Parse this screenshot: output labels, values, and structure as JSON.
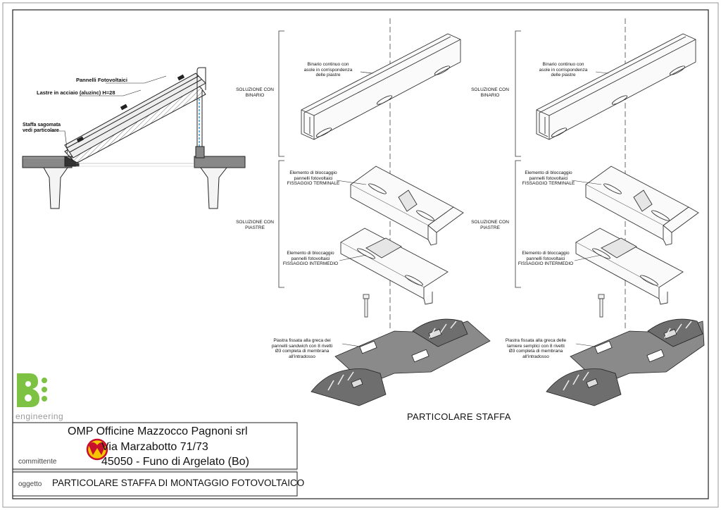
{
  "drawing": {
    "title": "PARTICOLARE STAFFA",
    "section_labels": {
      "rail": [
        "SOLUZIONE CON",
        "BINARIO"
      ],
      "plates": [
        "SOLUZIONE CON",
        "PIASTRE"
      ]
    },
    "detail_left": {
      "pv_panels": "Pannelli Fotovoltaici",
      "steel_sheets": "Lastre in acciaio (aluzinc) H=28",
      "bracket": [
        "Staffa sagomata",
        "vedi particolare"
      ]
    },
    "column_1": {
      "rail_note": [
        "Binario continuo con",
        "asole in corrispondenza",
        "delle piastre"
      ],
      "terminal_note": [
        "Elemento di bloccaggio",
        "pannelli fotovoltaici",
        "FISSAGGIO TERMINALE"
      ],
      "intermediate_note": [
        "Elemento di bloccaggio",
        "pannelli fotovoltaici",
        "FISSAGGIO INTERMEDIO"
      ],
      "base_note": [
        "Piastra fissata alla greca dei",
        "pannelli sandwich con 8 rivetti",
        "Ø3 completa di membrana",
        "all'intradosso"
      ]
    },
    "column_2": {
      "rail_note": [
        "Binario continuo con",
        "asole in corrispondenza",
        "delle piastre"
      ],
      "terminal_note": [
        "Elemento di bloccaggio",
        "pannelli fotovoltaici",
        "FISSAGGIO TERMINALE"
      ],
      "intermediate_note": [
        "Elemento di bloccaggio",
        "pannelli fotovoltaici",
        "FISSAGGIO INTERMEDIO"
      ],
      "base_note": [
        "Piastra fissata alla greca delle",
        "lamiere semplici con 8 rivetti",
        "Ø3 completa di membrana",
        "all'intradosso"
      ]
    }
  },
  "title_block": {
    "brand": "engineering",
    "brand_colors": {
      "green": "#7dc242",
      "grey": "#9a9a9a"
    },
    "company": "OMP Officine Mazzocco Pagnoni srl",
    "address_line1": "Via Marzabotto 71/73",
    "address_line2": "45050 - Funo di Argelato (Bo)",
    "committente_label": "committente",
    "oggetto_label": "oggetto",
    "subject": "PARTICOLARE STAFFA DI MONTAGGIO FOTOVOLTAICO"
  }
}
